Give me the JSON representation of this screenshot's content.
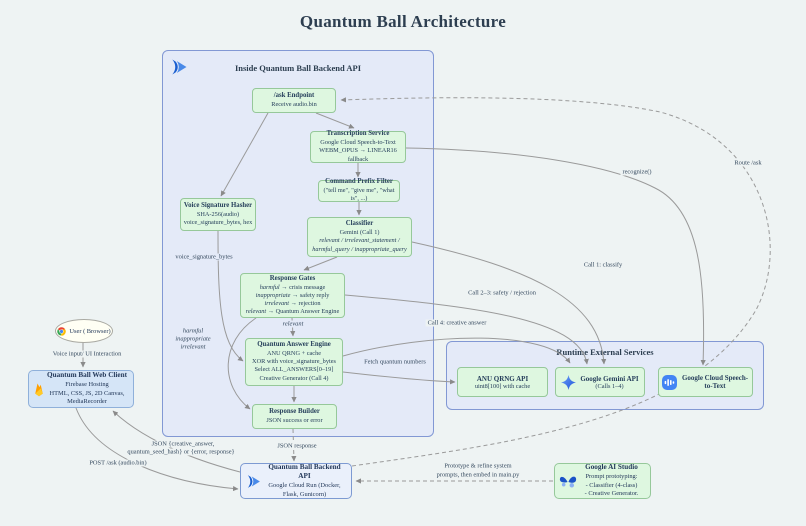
{
  "page": {
    "title": "Quantum Ball Architecture"
  },
  "backend_container": {
    "title": "Inside Quantum Ball Backend API",
    "nodes": {
      "ask_endpoint": {
        "title": "/ask Endpoint",
        "lines": [
          "Receive audio.bin"
        ]
      },
      "transcription": {
        "title": "Transcription Service",
        "lines": [
          "Google Cloud Speech-to-Text",
          "WEBM_OPUS → LINEAR16 fallback"
        ]
      },
      "prefix_filter": {
        "title": "Command Prefix Filter",
        "lines": [
          "(\"tell me\", \"give me\", \"what is\", ...)"
        ]
      },
      "classifier": {
        "title": "Classifier",
        "lines": [
          "Gemini (Call 1)",
          "relevant / irrelevant_statement /",
          "harmful_query / inappropriate_query"
        ]
      },
      "hasher": {
        "title": "Voice Signature Hasher",
        "lines": [
          "SHA-256(audio)",
          "voice_signature_bytes, hex"
        ]
      },
      "gates": {
        "title": "Response Gates",
        "rules": [
          {
            "cond": "harmful",
            "rest": "→ crisis message"
          },
          {
            "cond": "inappropriate",
            "rest": "→ safety reply"
          },
          {
            "cond": "irrelevant",
            "rest": "→ rejection"
          },
          {
            "cond": "relevant",
            "rest": "→ Quantum Answer Engine"
          }
        ]
      },
      "answer_engine": {
        "title": "Quantum Answer Engine",
        "lines": [
          "ANU QRNG + cache",
          "XOR with voice_signature_bytes",
          "Select ALL_ANSWERS[0–19]",
          "Creative Generator (Call 4)"
        ]
      },
      "builder": {
        "title": "Response Builder",
        "lines": [
          "JSON success or error"
        ]
      }
    }
  },
  "external_container": {
    "title": "Runtime External Services",
    "services": [
      {
        "title": "ANU QRNG API",
        "line": "uint8[100] with cache"
      },
      {
        "title": "Google Gemini API",
        "line": "(Calls 1–4)"
      },
      {
        "title": "Google Cloud Speech-to-Text",
        "line": ""
      }
    ]
  },
  "actors": {
    "user": {
      "label": "User ( Browser)"
    },
    "web_client": {
      "title": "Quantum Ball Web Client",
      "lines": [
        "Firebase Hosting",
        "HTML, CSS, JS, 2D Canvas, MediaRecorder"
      ]
    },
    "backend_api": {
      "title": "Quantum Ball Backend API",
      "lines": [
        "Google Cloud Run (Docker, Flask, Gunicorn)"
      ]
    },
    "ai_studio": {
      "title": "Google AI Studio",
      "lines": [
        "Prompt prototyping:",
        "- Classifier (4-class)",
        "- Creative Generator."
      ]
    }
  },
  "edge_labels": {
    "voice_input": "Voice input/ UI Interaction",
    "post_ask": "POST /ask (audio.bin)",
    "json_return_1": "JSON {creative_answer,",
    "json_return_2": "quantum_seed_hash} or {error, response}",
    "json_response": "JSON response",
    "route_ask": "Route /ask",
    "recognize": "recognize()",
    "voice_sig": "voice_signature_bytes",
    "relevant": "relevant",
    "reject_1": "harmful",
    "reject_2": "inappropriate",
    "reject_3": "irrelevant",
    "call1": "Call 1: classify",
    "call23": "Call 2–3: safety / rejection",
    "call4": "Call 4: creative answer",
    "fetch": "Fetch quantum numbers",
    "prototype_1": "Prototype & refine system",
    "prototype_2": "prompts, then embed in main.py"
  },
  "colors": {
    "page_bg": "#eef3f3",
    "container_bg": "#e4eaf8",
    "container_border": "#8298d4",
    "node_bg": "#def7e0",
    "node_border": "#96c89a",
    "webclient_bg": "#d5e5f7",
    "backend_bg": "#eaf0fb",
    "arrow": "#999999",
    "title_text": "#2d3e50",
    "brand_blue": "#2f6fd8",
    "gemini_blue": "#4285f4",
    "firebase_orange": "#ffa000"
  }
}
